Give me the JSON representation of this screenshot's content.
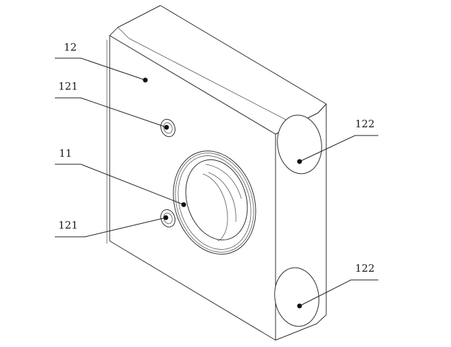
{
  "labels": {
    "part_12": "12",
    "hole_121_top": "121",
    "bore_11": "11",
    "hole_121_bottom": "121",
    "face_122_top": "122",
    "face_122_bottom": "122"
  },
  "colors": {
    "line": "#2a2a2a",
    "background": "#ffffff"
  }
}
